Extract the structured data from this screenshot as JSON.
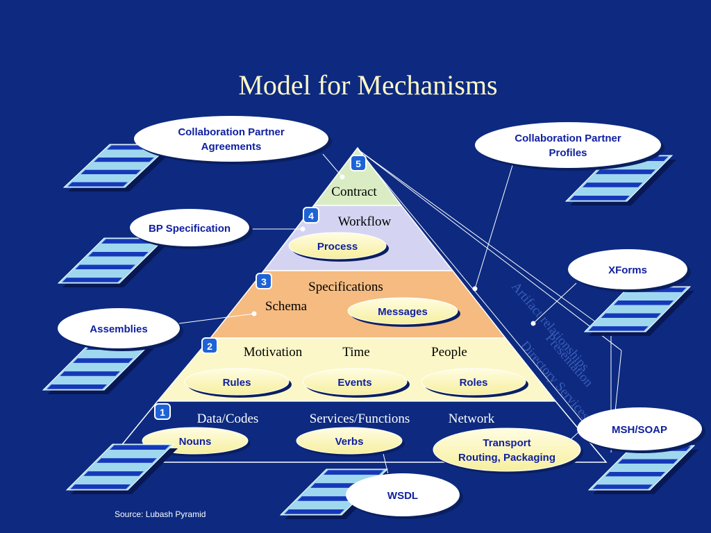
{
  "title": "Model for Mechanisms",
  "source": "Source: Lubash Pyramid",
  "colors": {
    "background": "#0d2a80",
    "level5": "#d9ecc4",
    "level4": "#d4d4f2",
    "level3": "#f5bb80",
    "level2": "#fbf7c8",
    "level1": "#0d2a80",
    "pill_fill": "#fbf7c8",
    "cloud_fill": "#ffffff",
    "cloud_text": "#1020a0",
    "badge": "#1e63d6",
    "title_text": "#fff8c8"
  },
  "levels": {
    "l5": {
      "badge": "5",
      "label": "Contract"
    },
    "l4": {
      "badge": "4",
      "label": "Workflow",
      "pill": "Process"
    },
    "l3": {
      "badge": "3",
      "label": "Specifications",
      "sublabel": "Schema",
      "pill": "Messages"
    },
    "l2": {
      "badge": "2",
      "labels": [
        "Motivation",
        "Time",
        "People"
      ],
      "pills": [
        "Rules",
        "Events",
        "Roles"
      ]
    },
    "l1": {
      "badge": "1",
      "labels": [
        "Data/Codes",
        "Services/Functions",
        "Network"
      ],
      "pills": [
        "Nouns",
        "Verbs",
        "Transport",
        "Routing, Packaging"
      ]
    }
  },
  "callouts": {
    "cpa": [
      "Collaboration Partner",
      "Agreements"
    ],
    "cpp": [
      "Collaboration Partner",
      "Profiles"
    ],
    "bp_spec": "BP Specification",
    "xforms": "XForms",
    "assemblies": "Assemblies",
    "msh_soap": "MSH/SOAP",
    "wsdl": "WSDL"
  },
  "diagonal_labels": [
    "Artifact relationships",
    "Presentation",
    "Directory Services"
  ]
}
